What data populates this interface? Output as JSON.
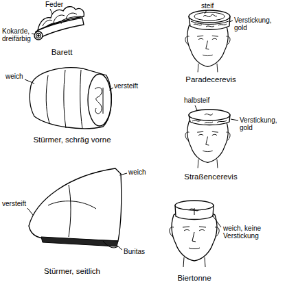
{
  "diagram": {
    "labels": [
      "Feder",
      "Kokarde, dreifärbig",
      "Barett",
      "steif",
      "Verstickung, gold",
      "Paradecerevis",
      "weich",
      "versteift",
      "Stürmer, schräg vorne",
      "halbsteif",
      "Verstickung, gold",
      "Straßencerevis",
      "versteift",
      "weich",
      "Buritas",
      "Stürmer, seitlich",
      "weich, keine Verstickung",
      "Biertonne"
    ]
  }
}
